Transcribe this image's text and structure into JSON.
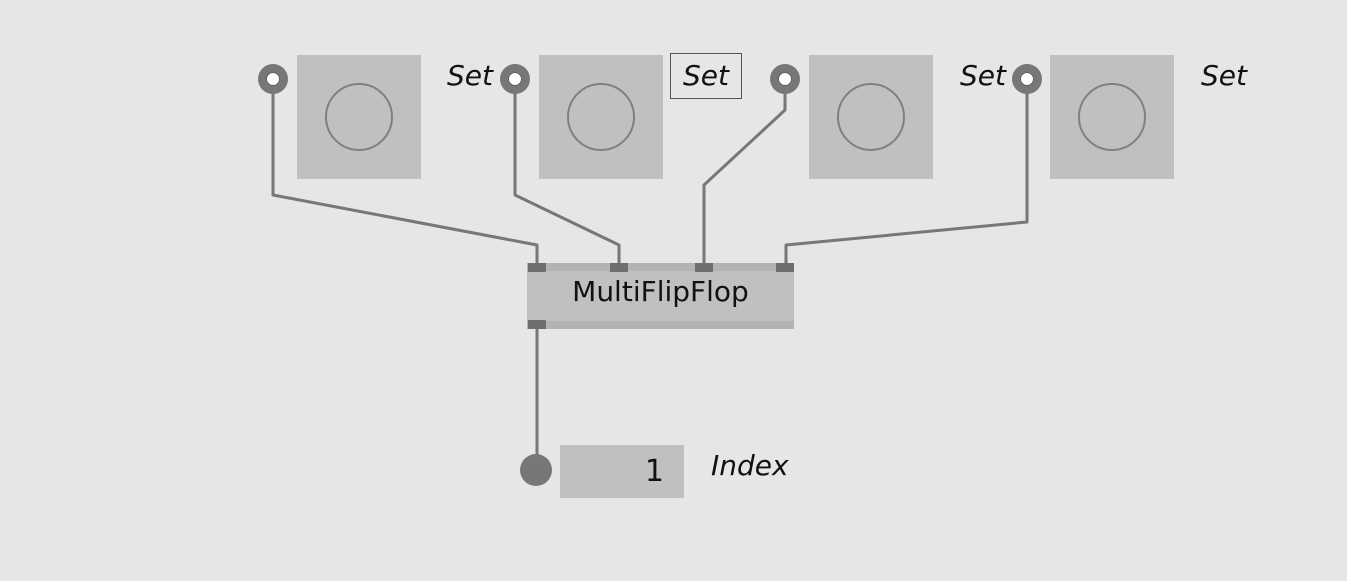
{
  "node": {
    "title": "MultiFlipFlop"
  },
  "inputs": [
    {
      "label": "Set",
      "label_boxed": false
    },
    {
      "label": "Set",
      "label_boxed": true
    },
    {
      "label": "Set",
      "label_boxed": false
    },
    {
      "label": "Set",
      "label_boxed": false
    }
  ],
  "output": {
    "label": "Index",
    "value": "1"
  },
  "colors": {
    "background": "#e6e6e6",
    "box": "#c0c0c0",
    "wire": "#777777",
    "ring": "#808080"
  }
}
